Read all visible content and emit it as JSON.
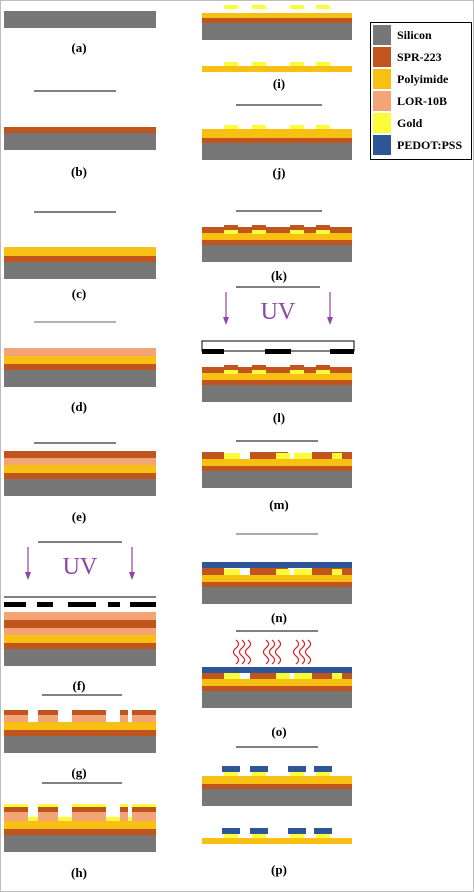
{
  "colors": {
    "silicon": "#777777",
    "spr": "#C0561E",
    "polyimide": "#F8C013",
    "lor": "#F3A577",
    "gold": "#FDFC3A",
    "pedot": "#2E5597",
    "uv": "#8E44AD",
    "heat": "#D61F26"
  },
  "legend": [
    {
      "key": "silicon",
      "label": "Silicon"
    },
    {
      "key": "spr",
      "label": "SPR-223"
    },
    {
      "key": "polyimide",
      "label": "Polyimide"
    },
    {
      "key": "lor",
      "label": "LOR-10B"
    },
    {
      "key": "gold",
      "label": "Gold"
    },
    {
      "key": "pedot",
      "label": "PEDOT:PSS"
    }
  ],
  "step_labels": {
    "a": "(a)",
    "b": "(b)",
    "c": "(c)",
    "d": "(d)",
    "e": "(e)",
    "f": "(f)",
    "g": "(g)",
    "h": "(h)",
    "i": "(i)",
    "j": "(j)",
    "k": "(k)",
    "l": "(l)",
    "m": "(m)",
    "n": "(n)",
    "o": "(o)",
    "p": "(p)"
  },
  "uv_label": "UV",
  "icons": [
    "uv-arrow-icon",
    "heat-wave-icon"
  ]
}
